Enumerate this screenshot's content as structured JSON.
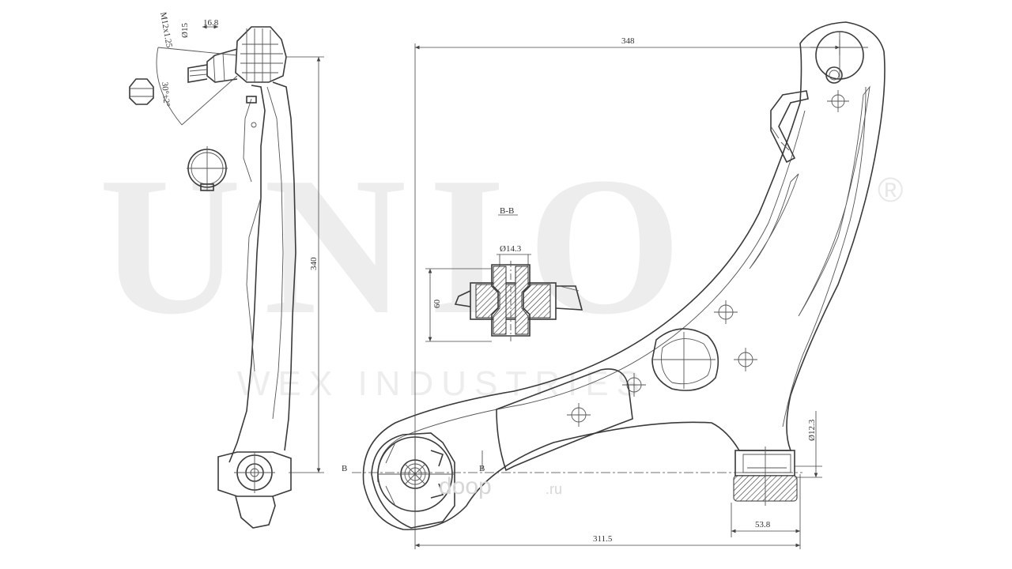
{
  "watermark": {
    "brand": "UNIO",
    "registered": "®",
    "company": "WEX INDUSTRIES",
    "site_main": "doop",
    "site_tld": ".ru"
  },
  "dimensions": {
    "thread": "M12x1.25",
    "pin_diameter": "Ø15",
    "ball_width": "16.8",
    "taper_angle": "30°±2°",
    "height": "340",
    "top_length": "348",
    "bottom_length": "311.5",
    "bush_width": "53.8",
    "bush_diameter": "Ø12.3",
    "section_title": "B-B",
    "section_bore": "Ø14.3",
    "section_height": "60",
    "cut_mark_left": "B",
    "cut_mark_right": "B"
  }
}
